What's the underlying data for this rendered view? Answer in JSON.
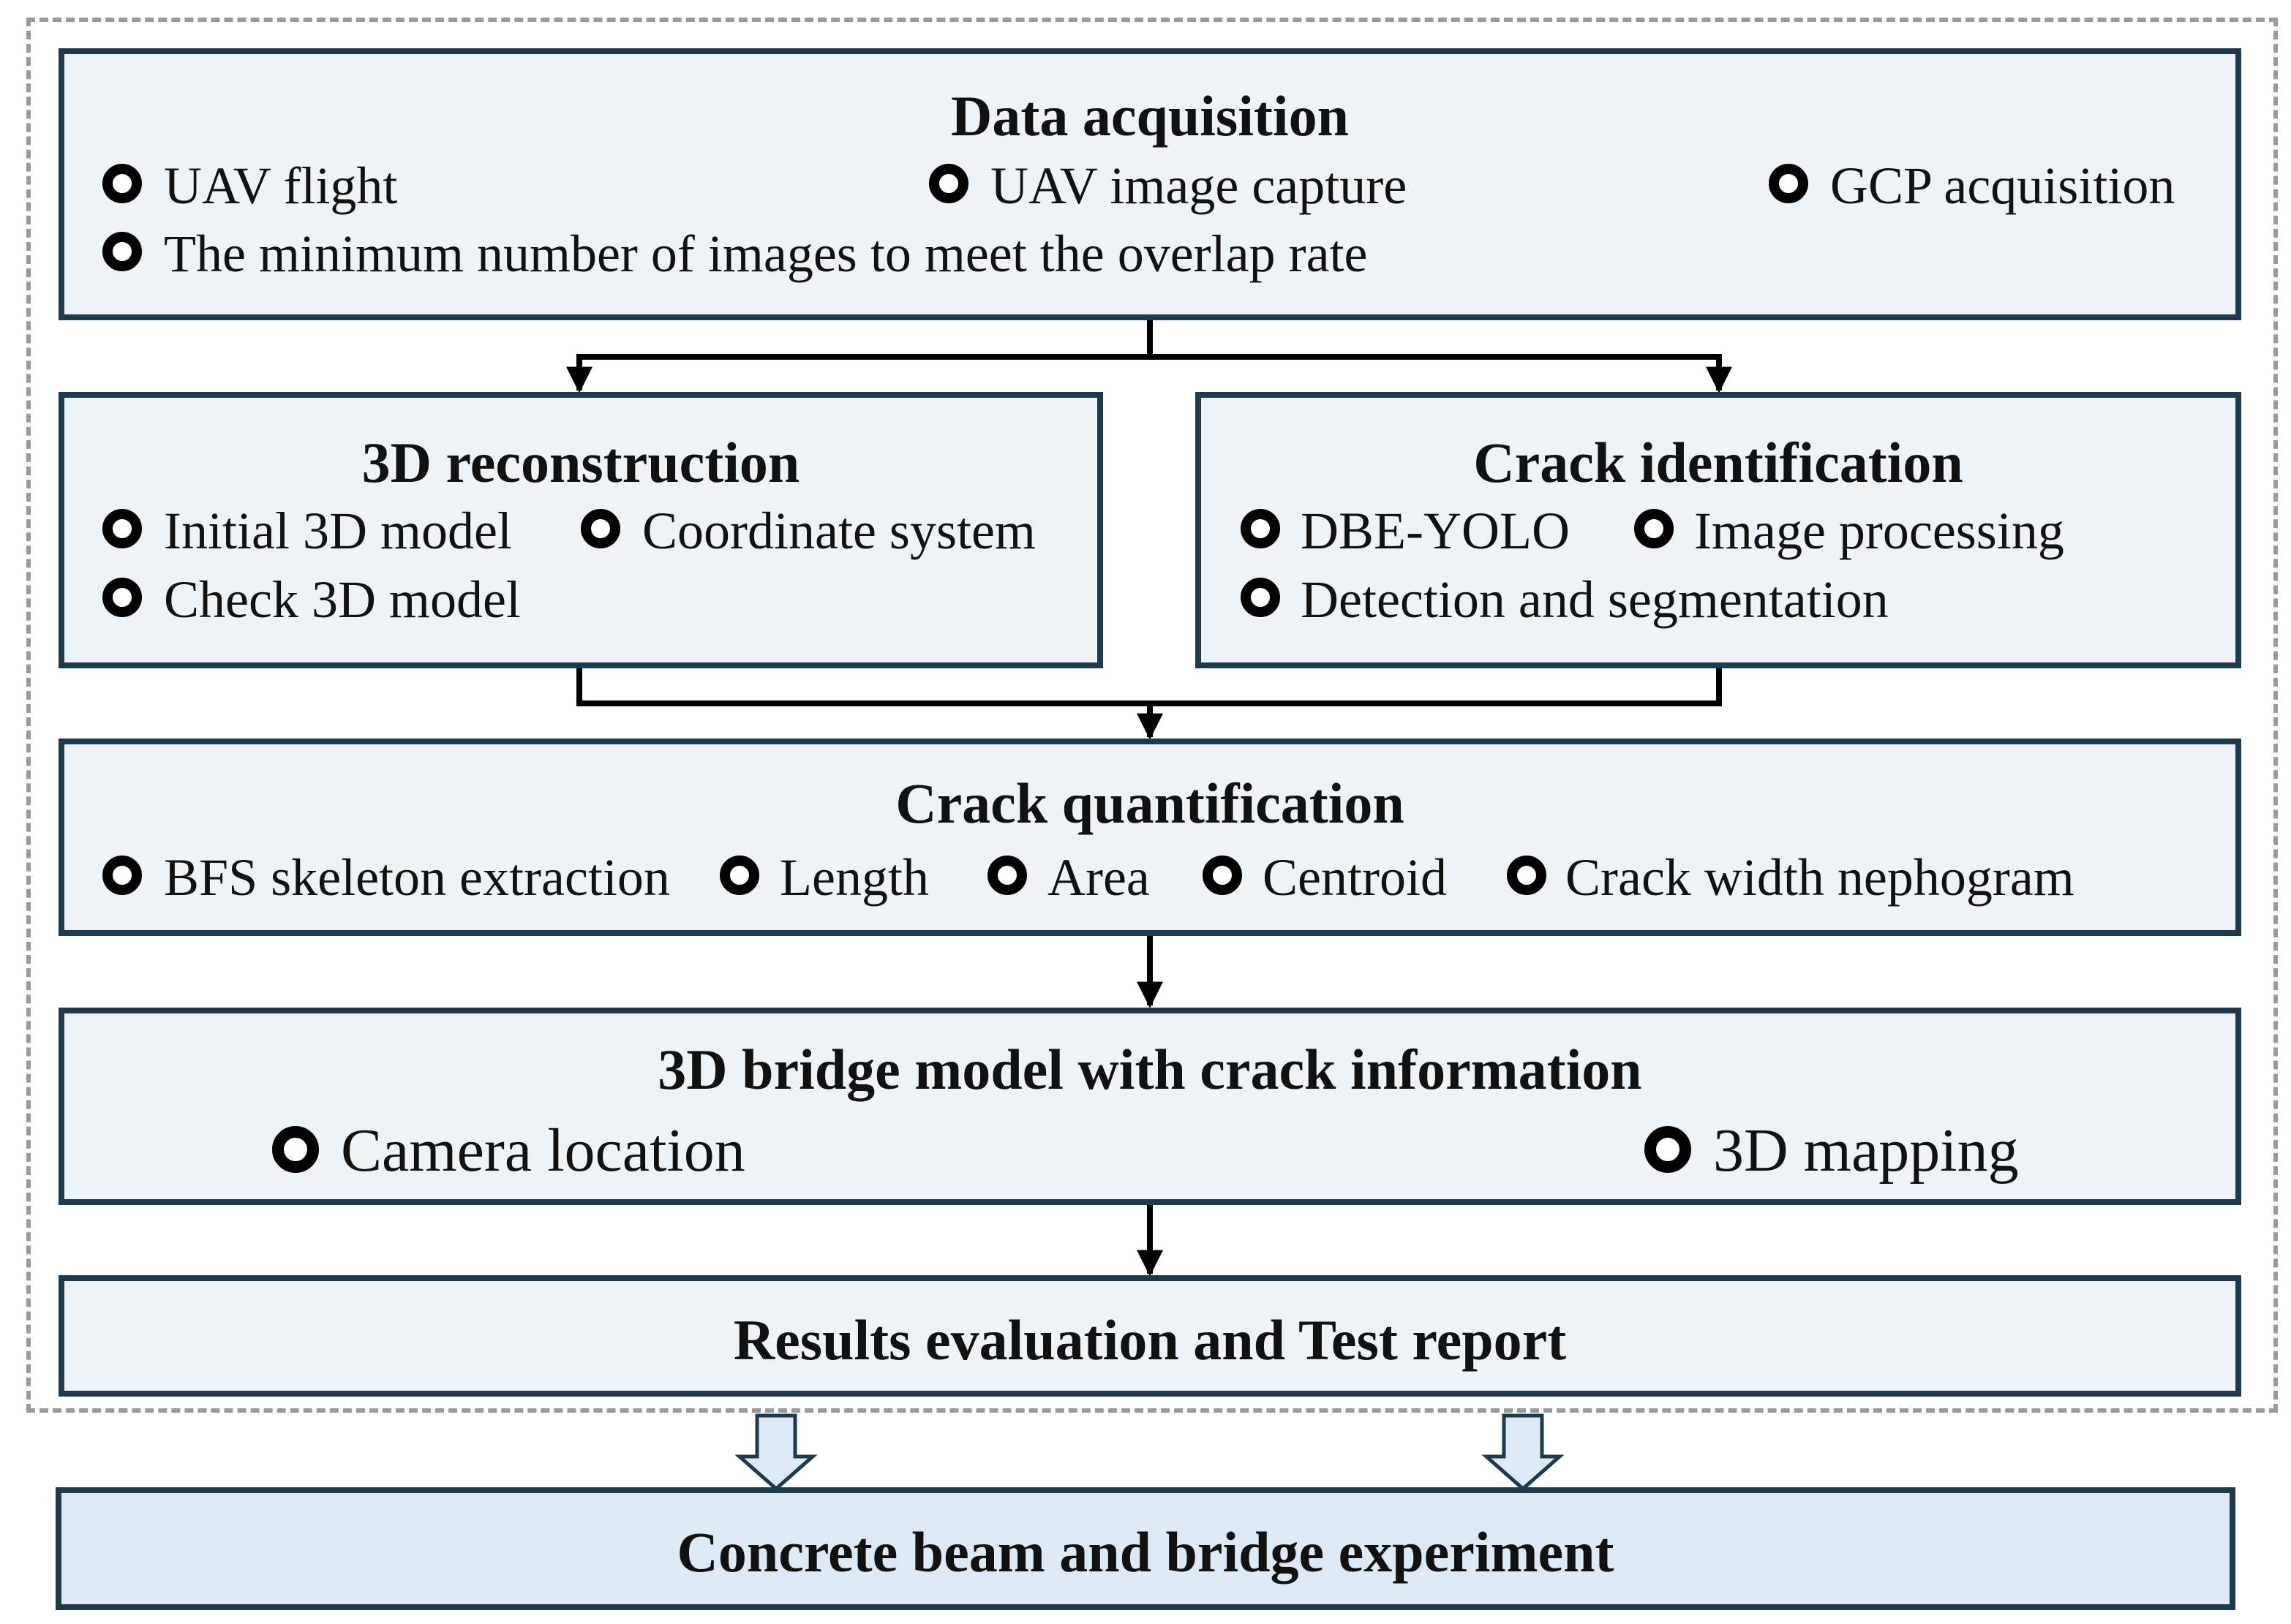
{
  "colors": {
    "box_fill": "#eef3f7",
    "box_border": "#1b3a4d",
    "final_fill": "#dde9f5",
    "dashed_frame": "#9a9a9a"
  },
  "data_acquisition": {
    "title": "Data acquisition",
    "items": [
      "UAV flight",
      "UAV image capture",
      "GCP acquisition",
      "The minimum number of images to meet the overlap rate"
    ]
  },
  "reconstruction": {
    "title": "3D reconstruction",
    "items": [
      "Initial 3D model",
      "Coordinate system",
      "Check 3D model"
    ]
  },
  "identification": {
    "title": "Crack identification",
    "items": [
      "DBE-YOLO",
      "Image processing",
      "Detection and segmentation"
    ]
  },
  "quantification": {
    "title": "Crack quantification",
    "items": [
      "BFS skeleton extraction",
      "Length",
      "Area",
      "Centroid",
      "Crack width nephogram"
    ]
  },
  "bridge_model": {
    "title": "3D bridge model with crack information",
    "items": [
      "Camera location",
      "3D mapping"
    ]
  },
  "results": {
    "title": "Results evaluation and Test report"
  },
  "experiment": {
    "title": "Concrete beam and bridge experiment"
  }
}
